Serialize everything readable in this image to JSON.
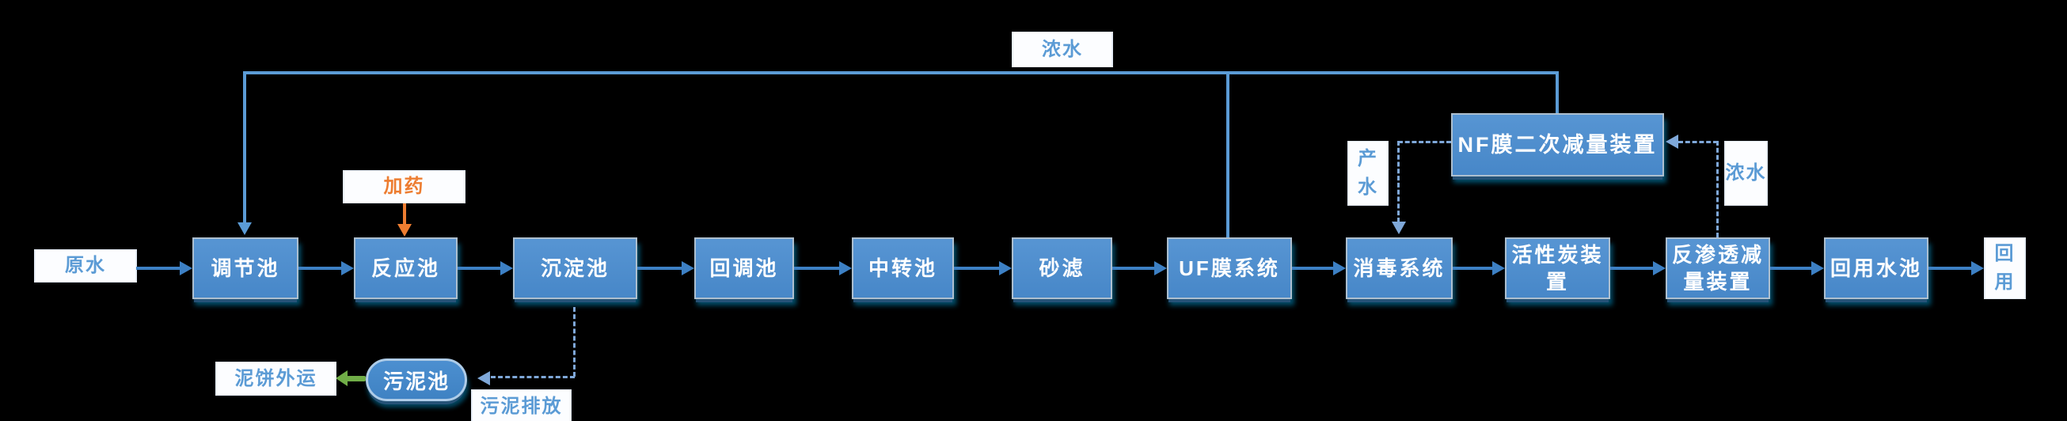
{
  "colors": {
    "box_fill_top": "#5795D3",
    "box_fill_bot": "#4787C8",
    "box_border": "#ADBFCF",
    "box_text": "#FFFFFF",
    "label_bg": "#FCFDFF",
    "label_border": "#E3EAF4",
    "label_text": "#5B9BD5",
    "flow_arrow": "#3D80C4",
    "conc_line": "#5B9BD5",
    "dashed_line": "#7FA8D9",
    "dosing": "#ED7D31",
    "sludge_green": "#70AD47",
    "bg": "#000000"
  },
  "process_nodes": {
    "regulating_tank": "调节池",
    "reaction_tank": "反应池",
    "sedimentation_tank": "沉淀池",
    "readjust_tank": "回调池",
    "transfer_tank": "中转池",
    "sand_filter": "砂滤",
    "uf_membrane_system": "UF膜系统",
    "disinfection_system": "消毒系统",
    "activated_carbon_unit": "活性炭装置",
    "ro_reduction_unit": "反渗透减量装置",
    "reuse_water_tank": "回用水池",
    "nf_secondary_reduction_unit": "NF膜二次减量装置",
    "sludge_tank": "污泥池"
  },
  "labels": {
    "raw_water": "原水",
    "reuse": "回用",
    "dosing": "加药",
    "concentrate_top": "浓水",
    "product_water": "产水",
    "concentrate_right": "浓水",
    "sludge_cake_out": "泥饼外运",
    "sludge_discharge": "污泥排放"
  }
}
